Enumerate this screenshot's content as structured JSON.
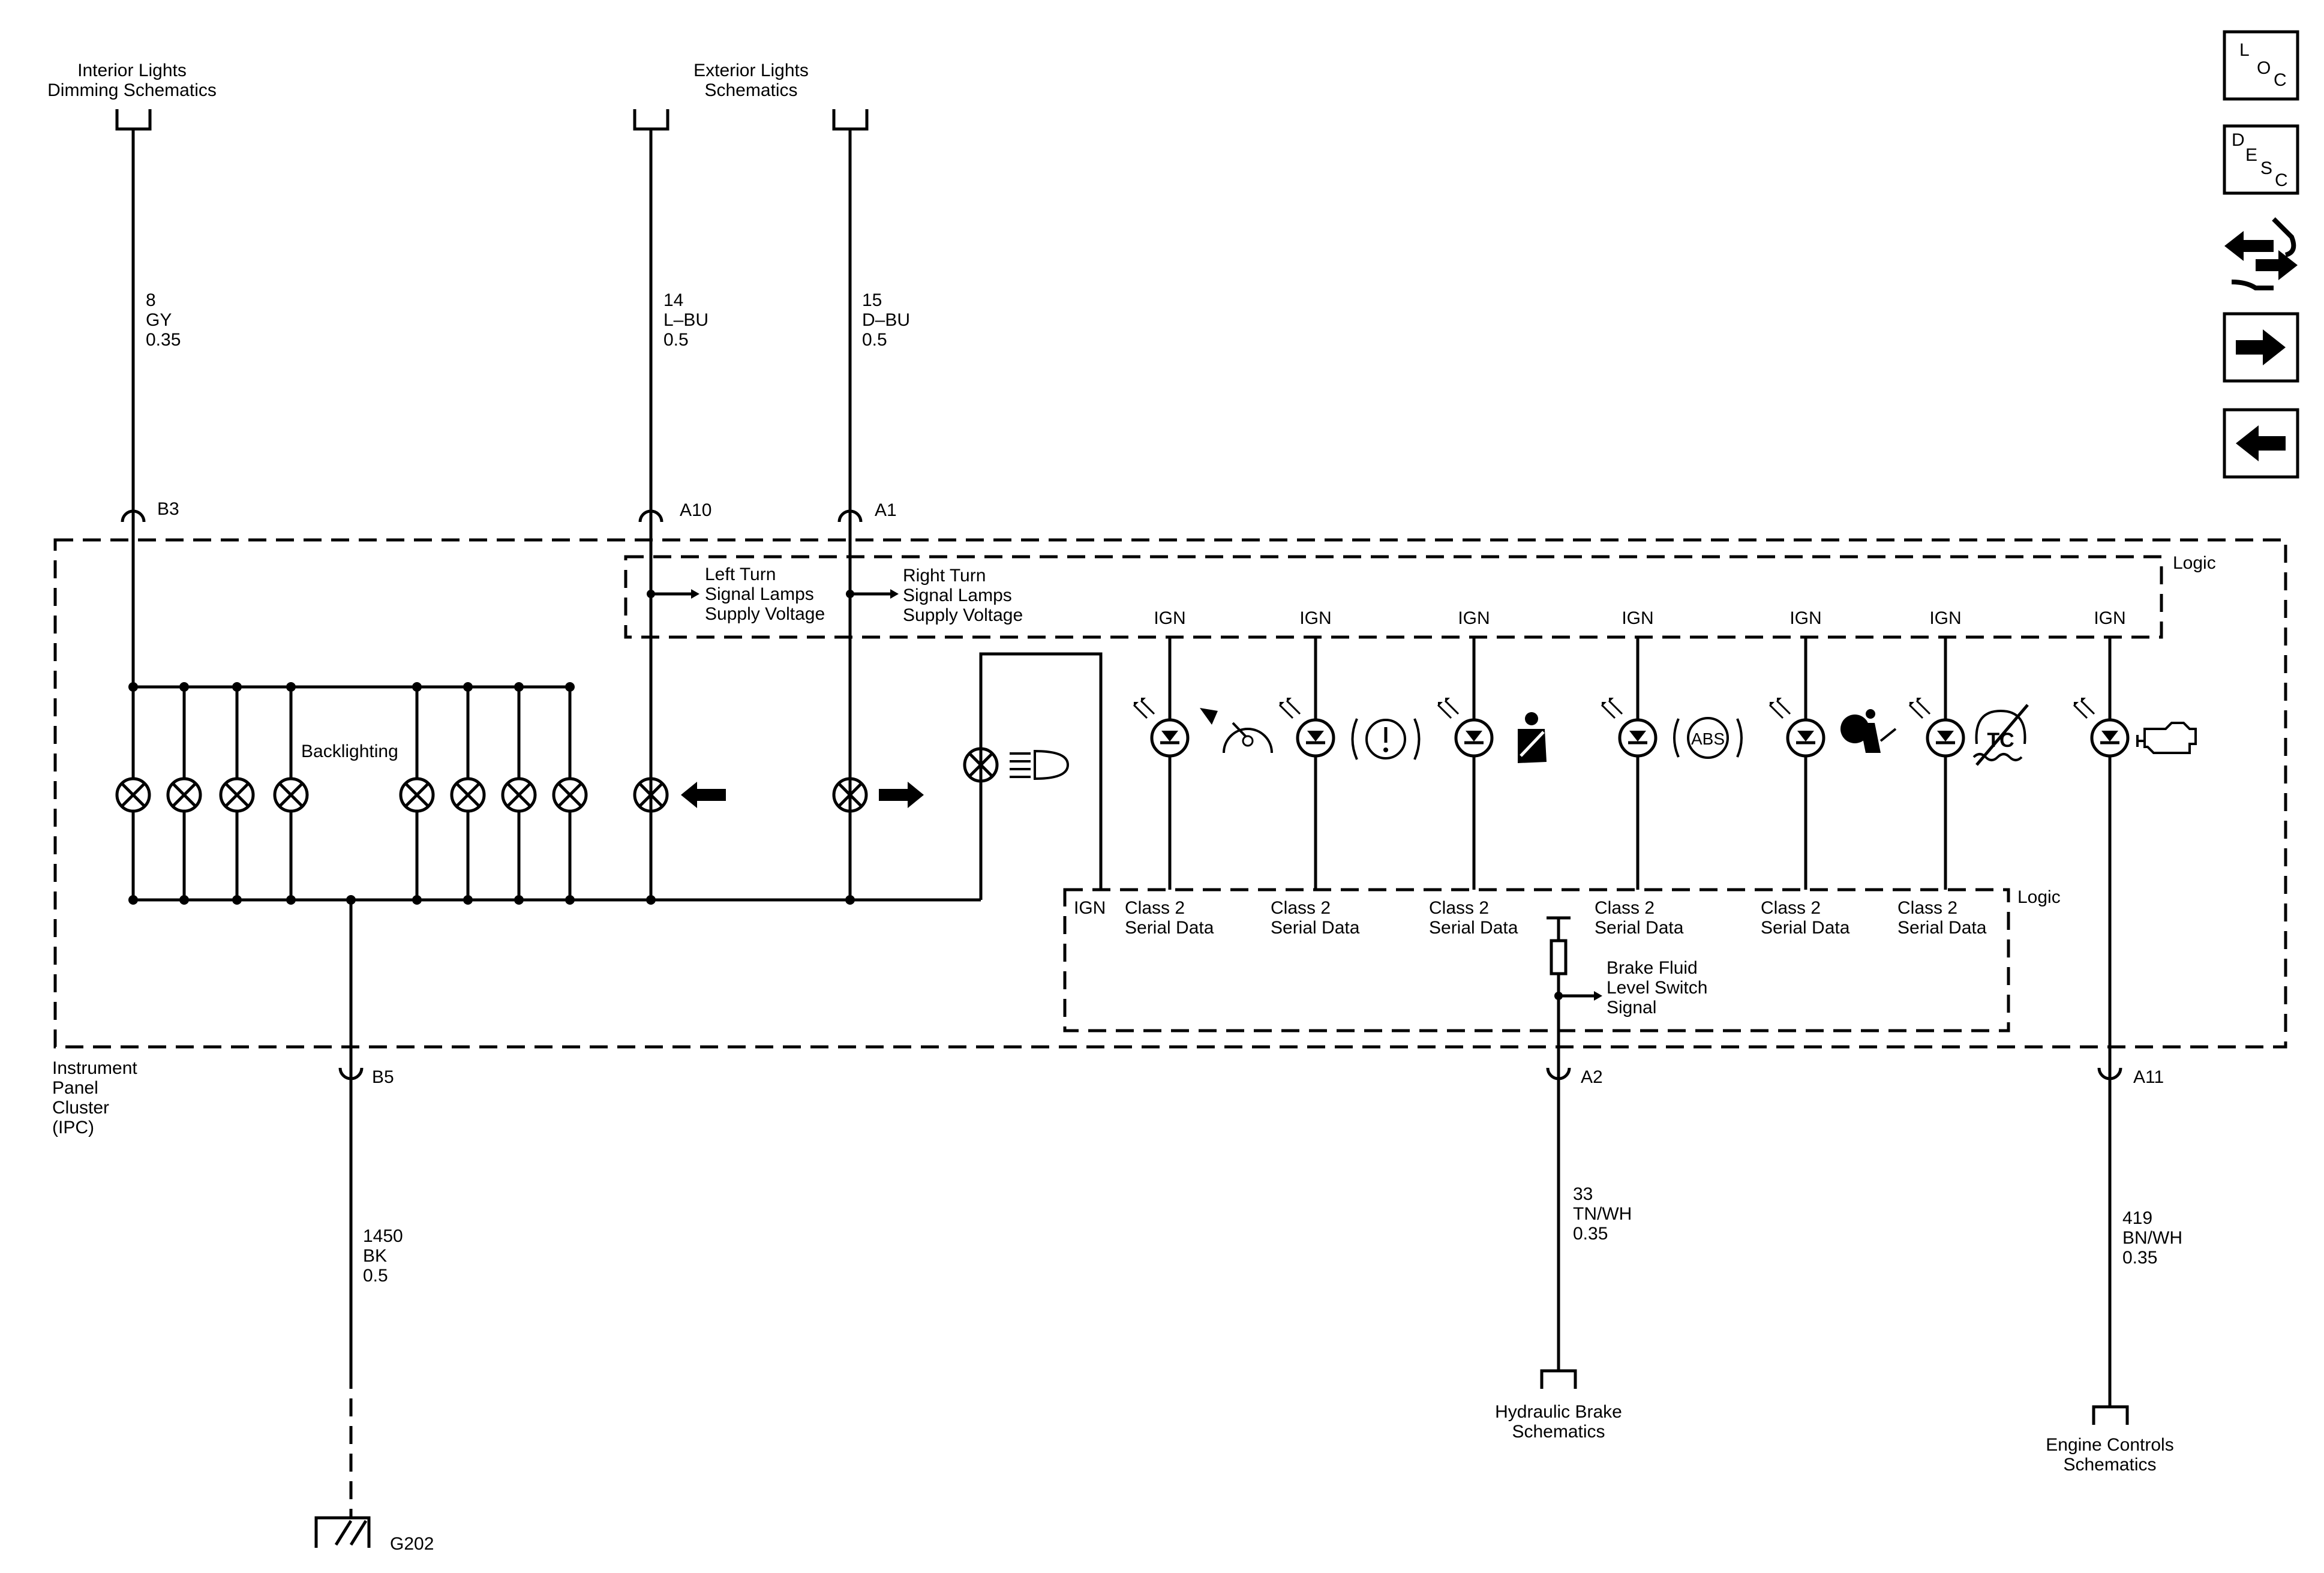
{
  "top_links": {
    "interior_dimming": [
      "Interior Lights",
      "Dimming Schematics"
    ],
    "exterior": [
      "Exterior Lights",
      "Schematics"
    ]
  },
  "wires": {
    "w8": [
      "8",
      "GY",
      "0.35"
    ],
    "w14": [
      "14",
      "L–BU",
      "0.5"
    ],
    "w15": [
      "15",
      "D–BU",
      "0.5"
    ],
    "w1450": [
      "1450",
      "BK",
      "0.5"
    ],
    "w33": [
      "33",
      "TN/WH",
      "0.35"
    ],
    "w419": [
      "419",
      "BN/WH",
      "0.35"
    ]
  },
  "connectors": {
    "b3": "B3",
    "a10": "A10",
    "a1": "A1",
    "b5": "B5",
    "a2": "A2",
    "a11": "A11"
  },
  "module": {
    "name": [
      "Instrument",
      "Panel",
      "Cluster",
      "(IPC)"
    ],
    "logic": "Logic",
    "backlighting": "Backlighting",
    "left_turn": [
      "Left Turn",
      "Signal Lamps",
      "Supply Voltage"
    ],
    "right_turn": [
      "Right Turn",
      "Signal Lamps",
      "Supply Voltage"
    ],
    "ign": "IGN",
    "class2": [
      "Class 2",
      "Serial Data"
    ],
    "brake_switch": [
      "Brake Fluid",
      "Level Switch",
      "Signal"
    ],
    "abs": "ABS",
    "tc": "TC"
  },
  "bottom_links": {
    "hydraulic": [
      "Hydraulic Brake",
      "Schematics"
    ],
    "engine": [
      "Engine Controls",
      "Schematics"
    ],
    "ground": "G202"
  },
  "nav": {
    "loc": [
      "L",
      "O",
      "C"
    ],
    "desc": [
      "D",
      "E",
      "S",
      "C"
    ]
  }
}
